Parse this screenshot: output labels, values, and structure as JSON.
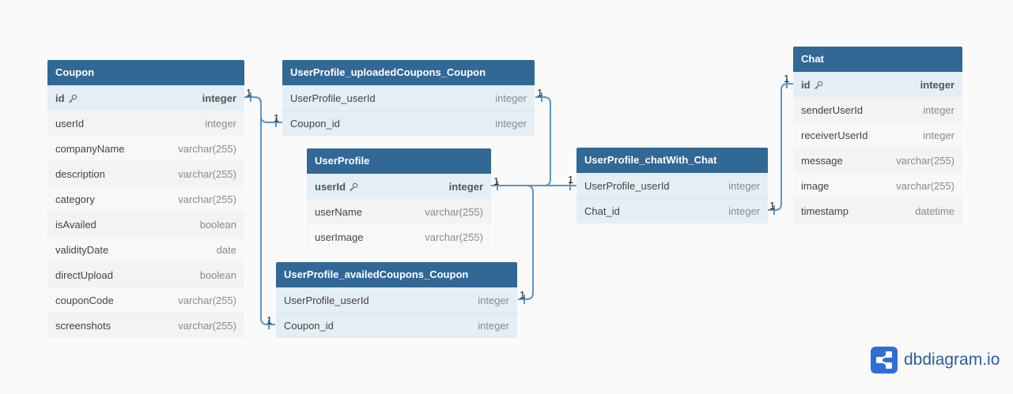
{
  "tables": {
    "coupon": {
      "name": "Coupon",
      "columns": [
        {
          "name": "id",
          "type": "integer"
        },
        {
          "name": "userId",
          "type": "integer"
        },
        {
          "name": "companyName",
          "type": "varchar(255)"
        },
        {
          "name": "description",
          "type": "varchar(255)"
        },
        {
          "name": "category",
          "type": "varchar(255)"
        },
        {
          "name": "isAvailed",
          "type": "boolean"
        },
        {
          "name": "validityDate",
          "type": "date"
        },
        {
          "name": "directUpload",
          "type": "boolean"
        },
        {
          "name": "couponCode",
          "type": "varchar(255)"
        },
        {
          "name": "screenshots",
          "type": "varchar(255)"
        }
      ]
    },
    "uploaded": {
      "name": "UserProfile_uploadedCoupons_Coupon",
      "columns": [
        {
          "name": "UserProfile_userId",
          "type": "integer"
        },
        {
          "name": "Coupon_id",
          "type": "integer"
        }
      ]
    },
    "userprofile": {
      "name": "UserProfile",
      "columns": [
        {
          "name": "userId",
          "type": "integer"
        },
        {
          "name": "userName",
          "type": "varchar(255)"
        },
        {
          "name": "userImage",
          "type": "varchar(255)"
        }
      ]
    },
    "availed": {
      "name": "UserProfile_availedCoupons_Coupon",
      "columns": [
        {
          "name": "UserProfile_userId",
          "type": "integer"
        },
        {
          "name": "Coupon_id",
          "type": "integer"
        }
      ]
    },
    "chatwith": {
      "name": "UserProfile_chatWith_Chat",
      "columns": [
        {
          "name": "UserProfile_userId",
          "type": "integer"
        },
        {
          "name": "Chat_id",
          "type": "integer"
        }
      ]
    },
    "chat": {
      "name": "Chat",
      "columns": [
        {
          "name": "id",
          "type": "integer"
        },
        {
          "name": "senderUserId",
          "type": "integer"
        },
        {
          "name": "receiverUserId",
          "type": "integer"
        },
        {
          "name": "message",
          "type": "varchar(255)"
        },
        {
          "name": "image",
          "type": "varchar(255)"
        },
        {
          "name": "timestamp",
          "type": "datetime"
        }
      ]
    }
  },
  "cardinality": {
    "one": "1"
  },
  "brand": {
    "name": "dbdiagram.io"
  },
  "colors": {
    "header": "#316896",
    "link": "#5b95c4",
    "brand": "#2a5ea0"
  }
}
